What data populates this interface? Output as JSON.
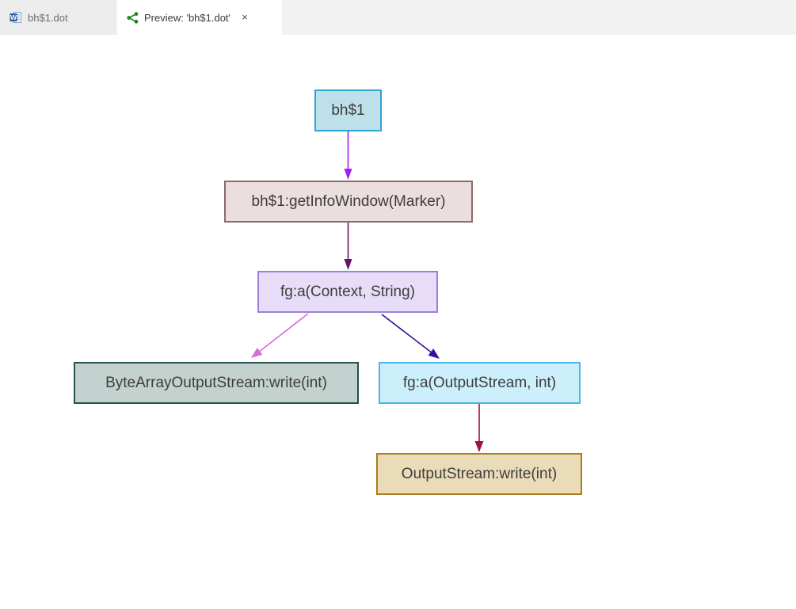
{
  "tabs": [
    {
      "label": "bh$1.dot",
      "icon": "word-file-icon",
      "active": false
    },
    {
      "label": "Preview: 'bh$1.dot'",
      "icon": "graph-preview-icon",
      "active": true,
      "close_glyph": "×"
    }
  ],
  "colors": {
    "word_icon_blue": "#2b579a",
    "graph_icon_green": "#1d8a1d",
    "tabbar_background": "#f2f2f2",
    "inactive_tab_background": "#ececec",
    "active_tab_background": "#ffffff"
  },
  "graph": {
    "nodes": [
      {
        "id": "bh1",
        "label": "bh$1",
        "fill": "#bee0eb",
        "border": "#2fa3d2"
      },
      {
        "id": "getInfoWindow",
        "label": "bh$1:getInfoWindow(Marker)",
        "fill": "#ebdede",
        "border": "#8a6a6e"
      },
      {
        "id": "fg_a_context",
        "label": "fg:a(Context, String)",
        "fill": "#e7ddf8",
        "border": "#9c80da"
      },
      {
        "id": "byteArray",
        "label": "ByteArrayOutputStream:write(int)",
        "fill": "#c3d2ce",
        "border": "#24504e"
      },
      {
        "id": "fg_a_output",
        "label": "fg:a(OutputStream, int)",
        "fill": "#cdeefb",
        "border": "#49b5ea"
      },
      {
        "id": "outputStream",
        "label": "OutputStream:write(int)",
        "fill": "#ebdcb9",
        "border": "#a87f17"
      }
    ],
    "edges": [
      {
        "from": "bh1",
        "to": "getInfoWindow",
        "color": "#a21ff0"
      },
      {
        "from": "getInfoWindow",
        "to": "fg_a_context",
        "color": "#68106a"
      },
      {
        "from": "fg_a_context",
        "to": "byteArray",
        "color": "#d46fd4"
      },
      {
        "from": "fg_a_context",
        "to": "fg_a_output",
        "color": "#3a0d9e"
      },
      {
        "from": "fg_a_output",
        "to": "outputStream",
        "color": "#a01245"
      }
    ]
  }
}
